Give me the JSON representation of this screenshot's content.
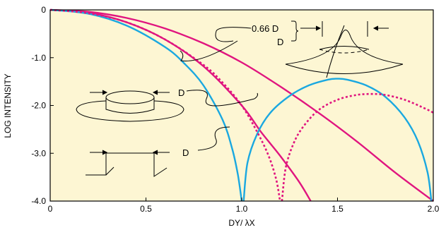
{
  "chart_data": {
    "type": "line",
    "xlabel": "DY/ λX",
    "ylabel": "LOG INTENSITY",
    "xlim": [
      0,
      2.0
    ],
    "ylim": [
      -4.0,
      0
    ],
    "xticks": [
      0,
      0.5,
      1.0,
      1.5,
      2.0
    ],
    "xtick_labels": [
      "0",
      "0.5",
      "1.0",
      "1.5",
      "2.0"
    ],
    "yticks": [
      0,
      -1.0,
      -2.0,
      -3.0,
      -4.0
    ],
    "ytick_labels": [
      "0",
      "-1.0",
      "-2.0",
      "-3.0",
      "-4.0"
    ],
    "grid": false,
    "background_color": "#fdf6d3",
    "annotations": [
      {
        "id": "d-066",
        "text": "0.66 D"
      },
      {
        "id": "d-upper",
        "text": "D"
      },
      {
        "id": "d-disk",
        "text": "D"
      },
      {
        "id": "d-slit",
        "text": "D"
      }
    ],
    "series": [
      {
        "style": "solid",
        "color": "#e0157f",
        "x": [
          0,
          0.2,
          0.4,
          0.6,
          0.8,
          1.0,
          1.2,
          1.4,
          1.6,
          1.8,
          2.0
        ],
        "y": [
          0,
          -0.04,
          -0.17,
          -0.39,
          -0.7,
          -1.1,
          -1.6,
          -2.15,
          -2.75,
          -3.4,
          -4.0
        ]
      },
      {
        "style": "solid",
        "color": "#e0157f",
        "x": [
          0,
          0.2,
          0.4,
          0.6,
          0.8,
          1.0,
          1.1,
          1.2,
          1.3,
          1.36
        ],
        "y": [
          0,
          -0.06,
          -0.26,
          -0.62,
          -1.18,
          -2.0,
          -2.55,
          -3.05,
          -3.6,
          -4.0
        ]
      },
      {
        "style": "solid",
        "color": "#1aa8e0",
        "x": [
          0,
          0.2,
          0.4,
          0.6,
          0.7,
          0.8,
          0.9,
          0.95,
          0.98,
          1.0
        ],
        "y": [
          0,
          -0.08,
          -0.33,
          -0.78,
          -1.12,
          -1.58,
          -2.3,
          -2.9,
          -3.45,
          -4.0
        ]
      },
      {
        "style": "solid",
        "color": "#1aa8e0",
        "x": [
          1.01,
          1.03,
          1.08,
          1.15,
          1.25,
          1.35,
          1.45,
          1.5,
          1.55,
          1.65,
          1.75,
          1.85,
          1.92,
          1.97,
          1.99
        ],
        "y": [
          -4.0,
          -3.2,
          -2.6,
          -2.15,
          -1.8,
          -1.58,
          -1.46,
          -1.44,
          -1.46,
          -1.58,
          -1.82,
          -2.25,
          -2.75,
          -3.4,
          -4.0
        ]
      },
      {
        "style": "dotted",
        "color": "#e0157f",
        "x": [
          0,
          0.2,
          0.4,
          0.6,
          0.8,
          0.9,
          1.0,
          1.08,
          1.14,
          1.18,
          1.2
        ],
        "y": [
          0,
          -0.07,
          -0.26,
          -0.62,
          -1.15,
          -1.52,
          -2.0,
          -2.55,
          -3.05,
          -3.55,
          -4.0
        ]
      },
      {
        "style": "dotted",
        "color": "#e0157f",
        "x": [
          1.21,
          1.23,
          1.27,
          1.32,
          1.4,
          1.5,
          1.6,
          1.68,
          1.75,
          1.85,
          1.95,
          2.0
        ],
        "y": [
          -4.0,
          -3.3,
          -2.8,
          -2.45,
          -2.1,
          -1.88,
          -1.78,
          -1.76,
          -1.78,
          -1.88,
          -2.05,
          -2.15
        ]
      }
    ]
  }
}
